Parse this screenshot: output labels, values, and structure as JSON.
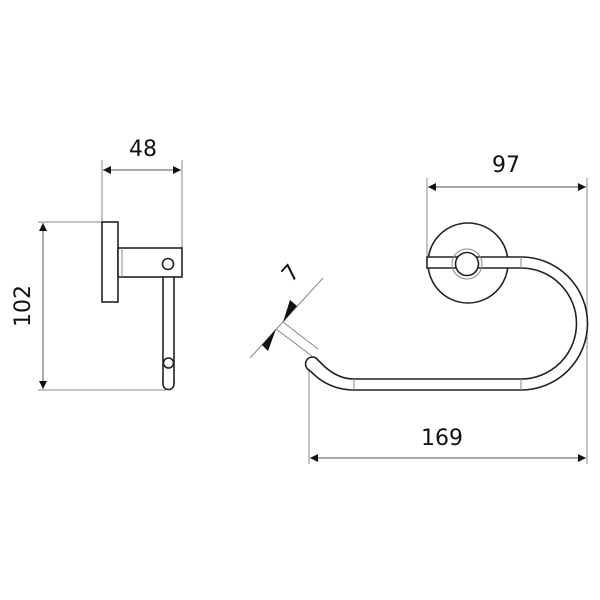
{
  "dimensions": {
    "depth": "48",
    "height": "102",
    "rosette_offset": "97",
    "total_width": "169",
    "rod_diameter": "7"
  }
}
